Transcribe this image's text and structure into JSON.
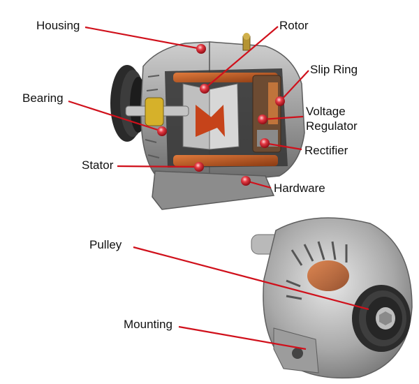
{
  "diagram": {
    "labels": {
      "housing": "Housing",
      "rotor": "Rotor",
      "slip_ring": "Slip Ring",
      "bearing": "Bearing",
      "voltage_regulator_line1": "Voltage",
      "voltage_regulator_line2": "Regulator",
      "rectifier": "Rectifier",
      "stator": "Stator",
      "hardware": "Hardware",
      "pulley": "Pulley",
      "mounting": "Mounting"
    },
    "colors": {
      "leader_line": "#d0101b",
      "marker": "#d81e2a",
      "label_text": "#111111"
    }
  }
}
